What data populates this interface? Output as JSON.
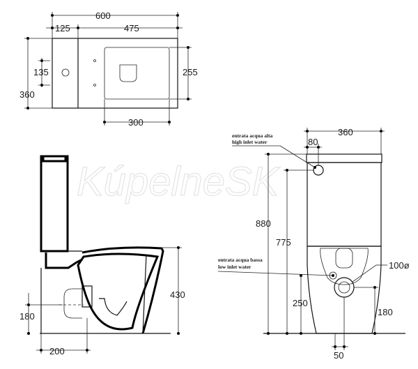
{
  "watermark": "KúpelneSK",
  "top_view": {
    "dims": {
      "overall_width": "600",
      "tank_depth": "125",
      "bowl_length": "475",
      "inlet_offset": "135",
      "overall_depth": "360",
      "bowl_width": "255",
      "bowl_opening": "300"
    }
  },
  "side_view": {
    "dims": {
      "seat_height": "430",
      "outlet_height": "180",
      "outlet_distance": "200"
    }
  },
  "front_view": {
    "dims": {
      "tank_width": "360",
      "inlet_offset": "80",
      "total_height": "880",
      "high_inlet_height": "775",
      "low_inlet_height": "250",
      "outlet_diameter": "100ø",
      "outlet_height": "180",
      "outlet_width": "50"
    },
    "labels": {
      "high_inlet_it": "entrata acqua alta",
      "high_inlet_en": "high inlet water",
      "low_inlet_it": "entrata acqua bassa",
      "low_inlet_en": "low inlet water"
    }
  }
}
